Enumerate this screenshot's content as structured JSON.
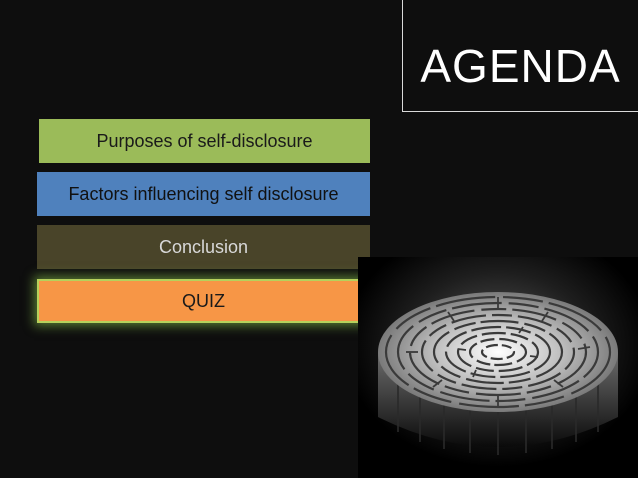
{
  "slide": {
    "title": "AGENDA",
    "items": [
      {
        "label": "Purposes of self-disclosure",
        "color": "#9bbb59"
      },
      {
        "label": "Factors influencing self disclosure",
        "color": "#4f81bd"
      },
      {
        "label": "Conclusion",
        "color": "#494429"
      },
      {
        "label": "QUIZ",
        "color": "#f79646",
        "highlighted": true
      }
    ],
    "image": {
      "icon": "maze-icon"
    },
    "colors": {
      "background": "#0e0e0e",
      "title_border": "#d9d9d9",
      "quiz_glow": "#92d050"
    }
  }
}
